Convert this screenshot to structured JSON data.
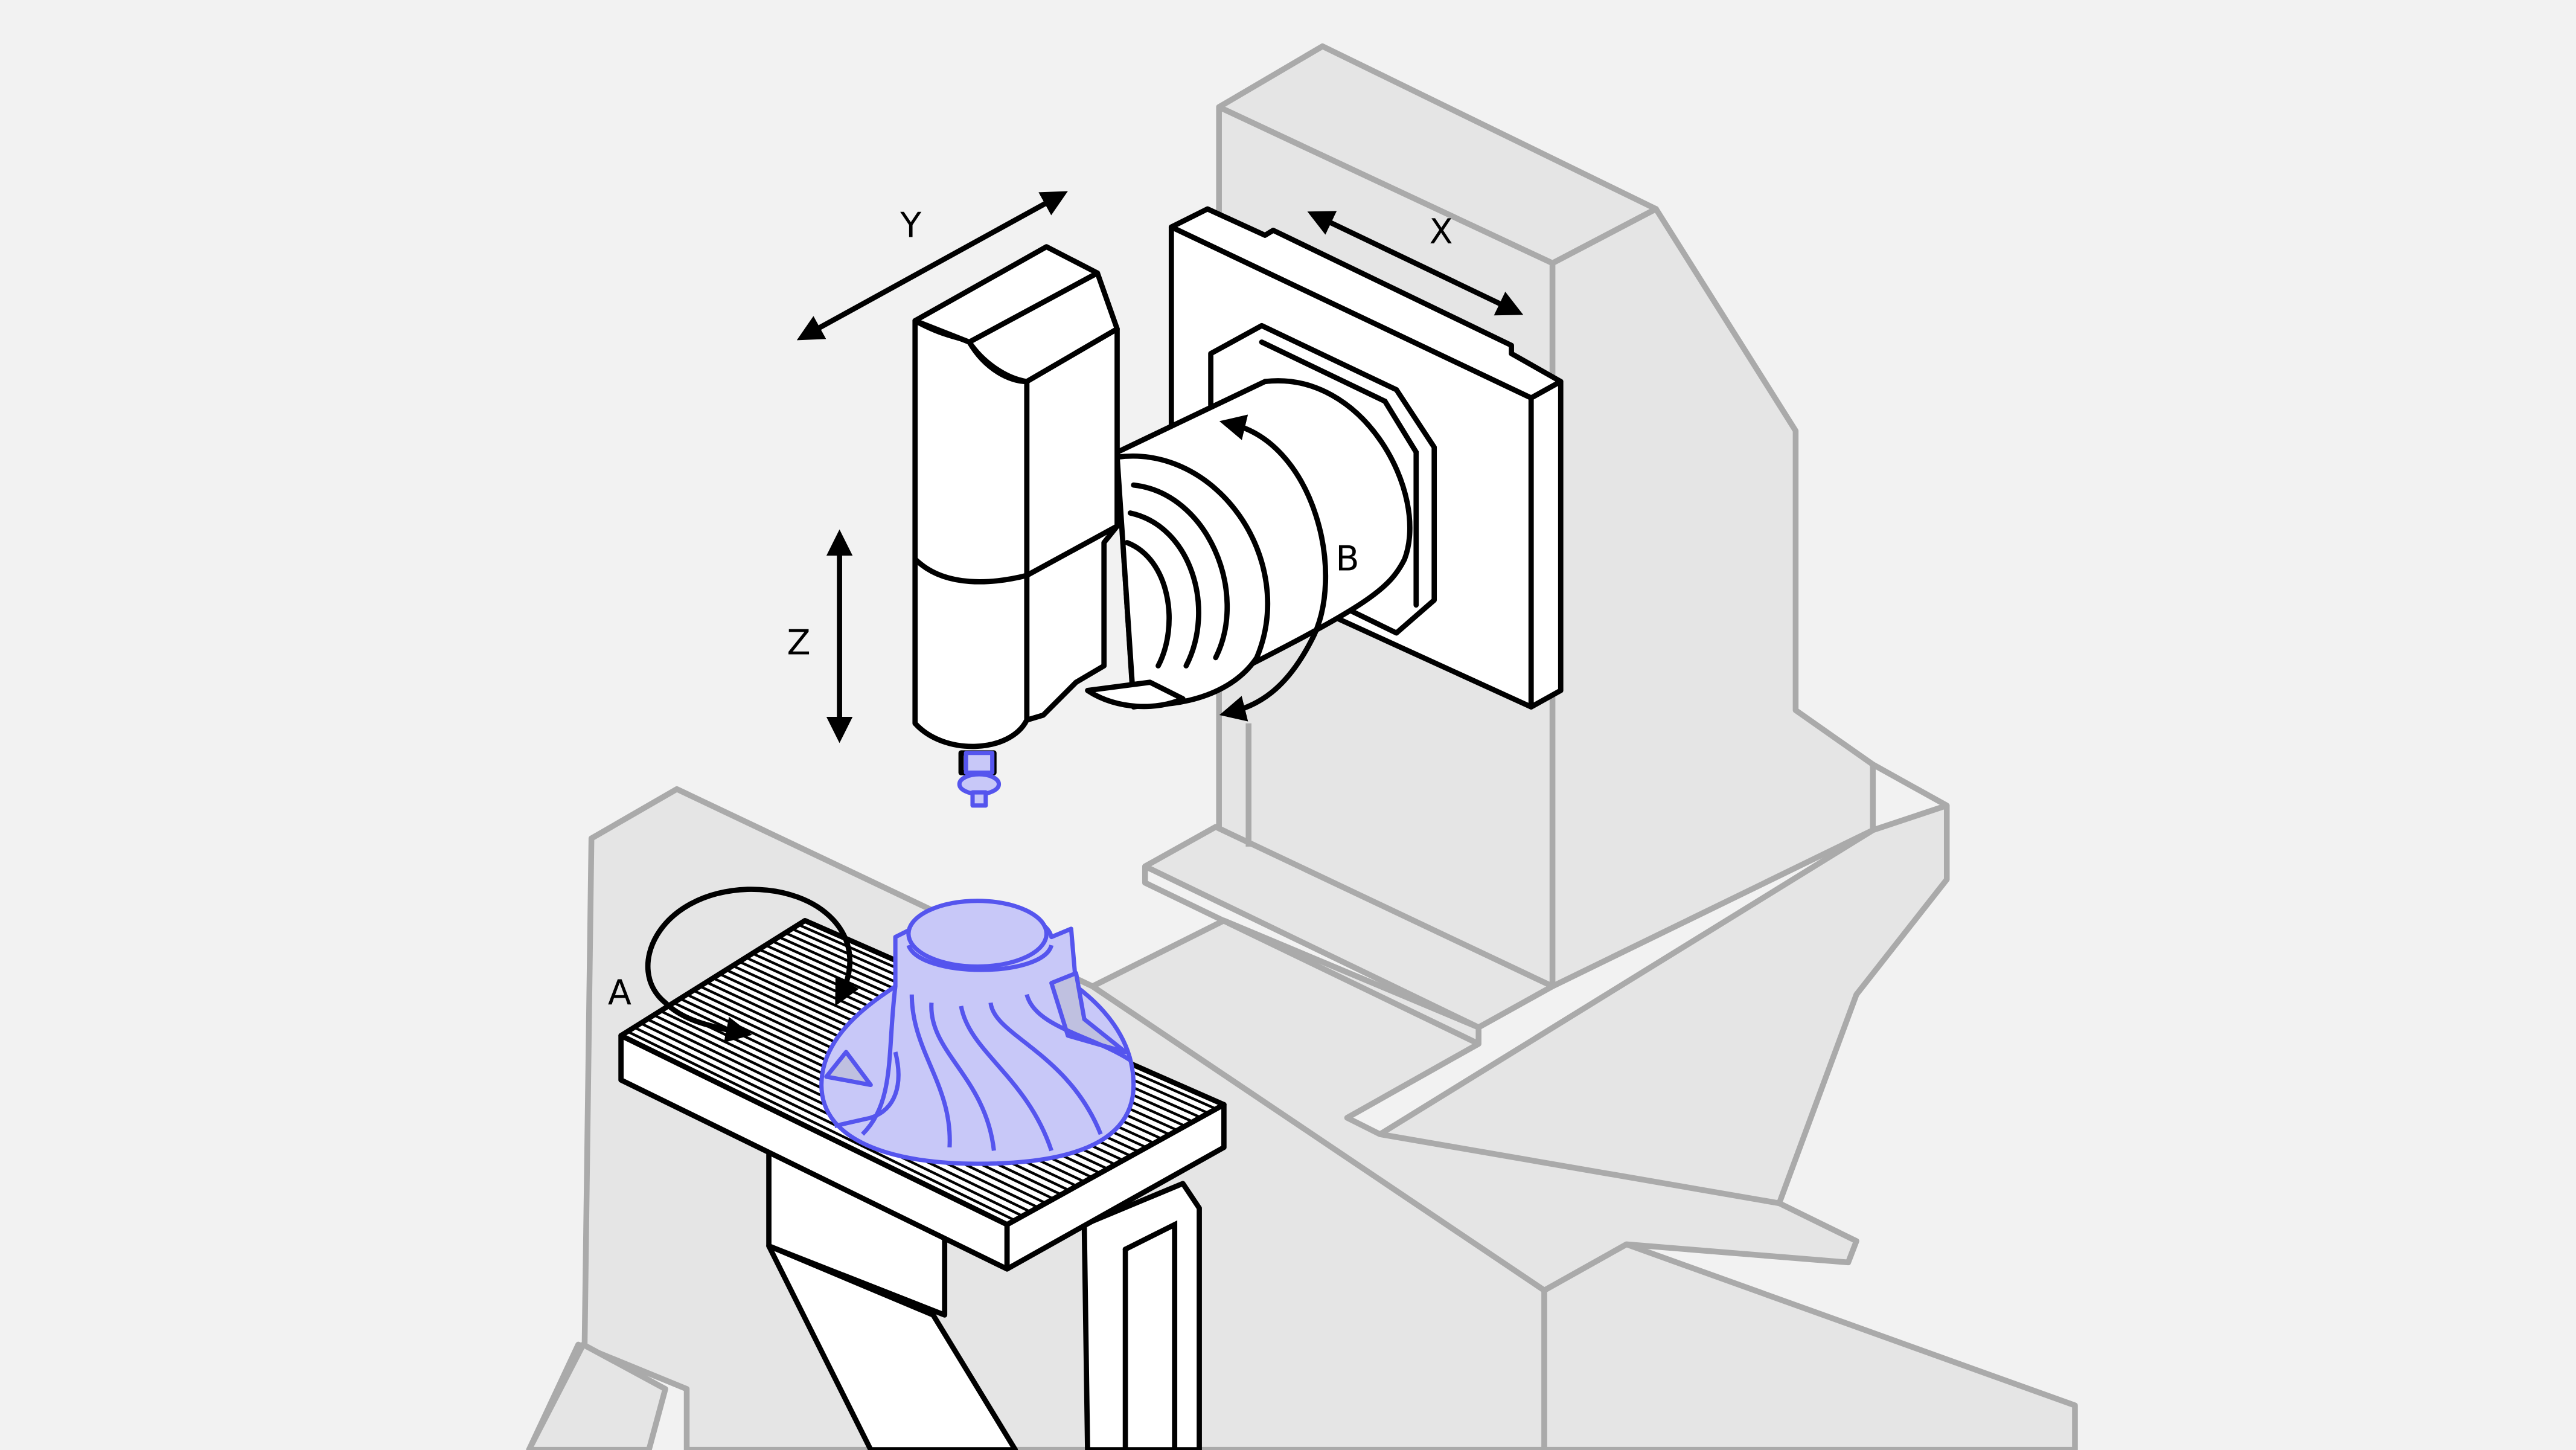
{
  "diagram": {
    "axis_labels": {
      "x": "X",
      "y": "Y",
      "z": "Z",
      "a": "A",
      "b": "B"
    },
    "colors": {
      "background": "#f2f2f2",
      "machine_frame_fill": "#e5e5e5",
      "machine_frame_stroke": "#aaaaaa",
      "moving_parts_fill": "#ffffff",
      "moving_parts_stroke": "#000000",
      "workpiece_fill": "#c8c8f8",
      "workpiece_stroke": "#5555ee"
    }
  }
}
